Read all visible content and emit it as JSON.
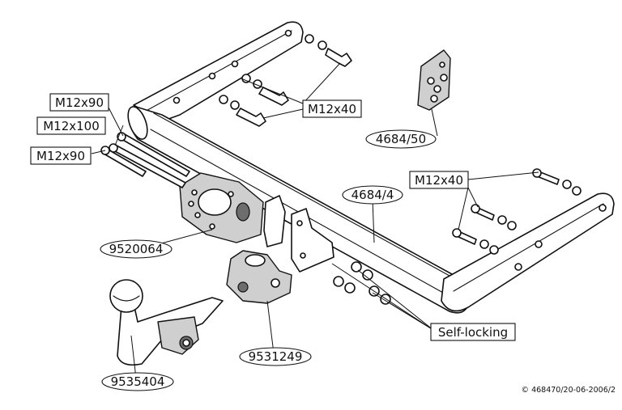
{
  "labels": {
    "bolt_m12x40_top": "M12x40",
    "bolt_m12x90_upper": "M12x90",
    "bolt_m12x100": "M12x100",
    "bolt_m12x90_lower": "M12x90",
    "bolt_m12x40_right": "M12x40",
    "part_4684_50": "4684/50",
    "part_4684_4": "4684/4",
    "part_9520064": "9520064",
    "part_9531249": "9531249",
    "part_9535404": "9535404",
    "self_locking": "Self-locking"
  },
  "copyright": "© 468470/20-06-2006/2"
}
